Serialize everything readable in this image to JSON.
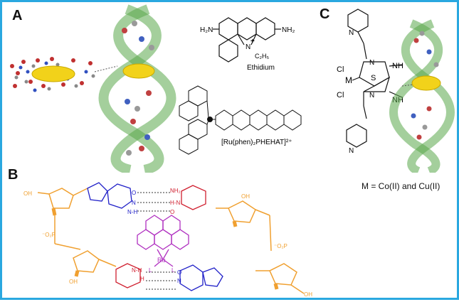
{
  "panels": {
    "a": {
      "label": "A",
      "ethidium_label": "Ethidium",
      "ethidium_substituent": "C₂H₅",
      "ethidium_amine_left": "H₂N",
      "ethidium_amine_right": "NH₂",
      "ethidium_charge": "+",
      "ethidium_n": "N",
      "ru_complex_label": "[Ru(phen)₂PHEHAT]²⁺"
    },
    "b": {
      "label": "B",
      "ru_center": "Ru",
      "ligand_l": "L",
      "ligand_l2": "L",
      "oh_left_top": "OH",
      "oh_right_top": "OH",
      "oh_left_bottom": "OH",
      "oh_right_bottom": "OH",
      "phosphate_left": "⁻O₂P",
      "phosphate_right": "⁻O₂P",
      "atom_n": "N",
      "atom_o": "O",
      "atom_h": "H",
      "atom_nh": "N-H",
      "atom_o_dots": "O",
      "atom_nh2": "NH₂",
      "atom_hn": "H-N",
      "atom_o_l": "O",
      "atom_n_l": "N"
    },
    "c": {
      "label": "C",
      "metal": "M",
      "cl_top": "Cl",
      "cl_bottom": "Cl",
      "s_atom": "S",
      "nh_top": "NH",
      "nh_bottom": "NH",
      "n_atoms": [
        "N",
        "N",
        "N",
        "N"
      ],
      "legend": "M = Co(II) and  Cu(II)"
    }
  },
  "colors": {
    "frame": "#2aa8e0",
    "helix_green": "#5aa84a",
    "intercalator_yellow": "#f2d21a",
    "sugar_orange": "#f0a030",
    "base_blue": "#2020c8",
    "base_red": "#d02030",
    "ru_magenta": "#b030c0"
  }
}
